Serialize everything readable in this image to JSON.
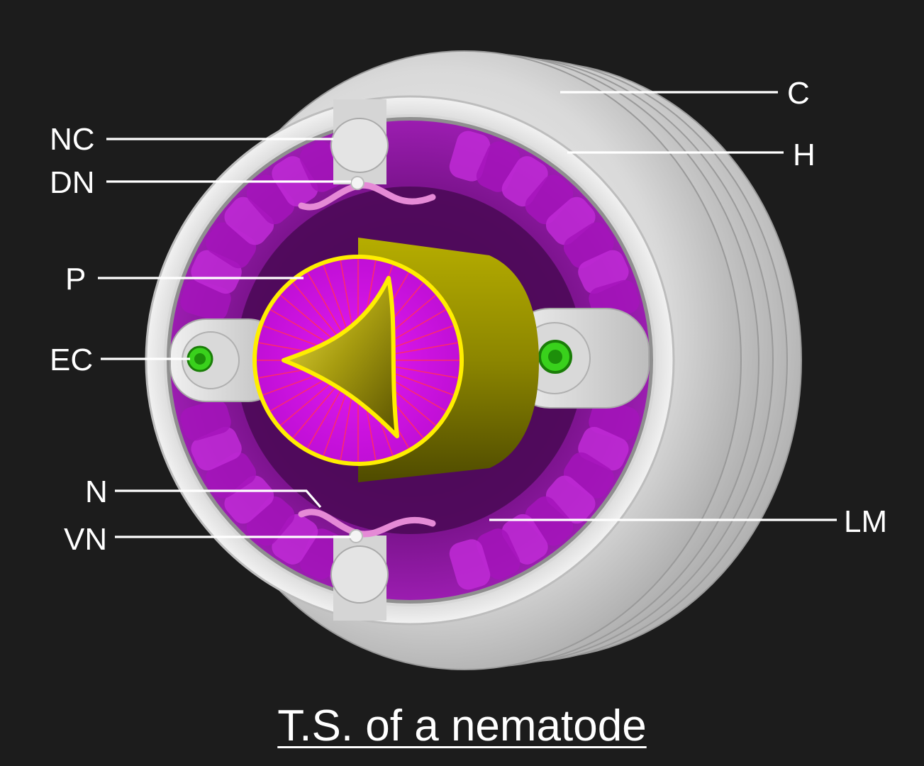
{
  "caption": "T.S. of a nematode",
  "labels": {
    "C": "C",
    "H": "H",
    "NC": "NC",
    "DN": "DN",
    "P": "P",
    "EC": "EC",
    "N": "N",
    "VN": "VN",
    "LM": "LM"
  },
  "colors": {
    "background": "#1c1c1c",
    "cuticle": "#e6e6e6",
    "muscle": "#b21ec8",
    "pharynx": "#cc10e0",
    "pharynx_outline": "#ffee00",
    "pharynx_tube": "#8a8400",
    "excretory_canal": "#39d11c",
    "nerve": "#e58ad6"
  }
}
